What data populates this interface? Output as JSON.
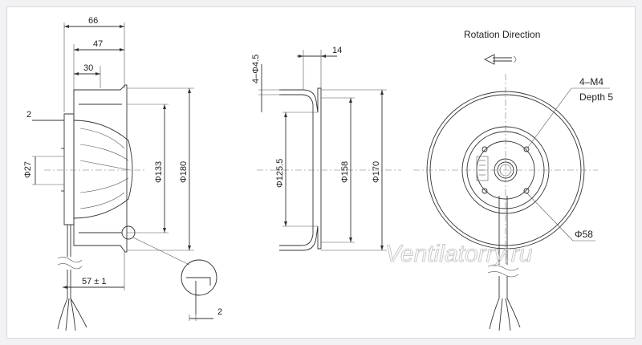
{
  "side_view": {
    "dims_top": [
      "66",
      "47",
      "30"
    ],
    "dim_left": "2",
    "dim_hub": "Φ27",
    "dim_inner": "Φ133",
    "dim_outer": "Φ180",
    "dim_cable": "57 ± 1",
    "dim_detail": "2"
  },
  "section_view": {
    "dim_holes": "4–Φ4.5",
    "dim_depth": "14",
    "dim_a": "Φ125.5",
    "dim_b": "Φ158",
    "dim_c": "Φ170"
  },
  "front_view": {
    "title": "Rotation  Direction",
    "thread": "4–M4",
    "depth": "Depth 5",
    "dim_hub": "Φ58"
  },
  "watermark": "Ventilatorry.ru"
}
